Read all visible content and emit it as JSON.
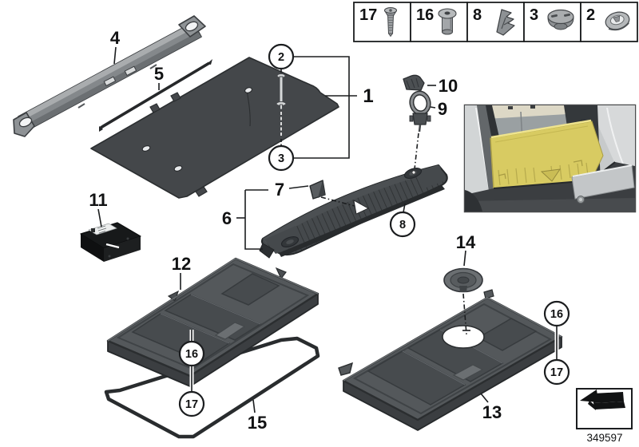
{
  "diagram": {
    "callouts": {
      "n1": "1",
      "n2": "2",
      "n3": "3",
      "n4": "4",
      "n5": "5",
      "n6": "6",
      "n7": "7",
      "n8": "8",
      "n9": "9",
      "n10": "10",
      "n11": "11",
      "n12": "12",
      "n13": "13",
      "n14": "14",
      "n15": "15",
      "n16": "16",
      "n17": "17"
    },
    "legend": [
      {
        "number": "17",
        "icon": "countersunk-screw-icon"
      },
      {
        "number": "16",
        "icon": "threaded-sleeve-icon"
      },
      {
        "number": "8",
        "icon": "spring-clip-icon"
      },
      {
        "number": "3",
        "icon": "blind-plug-icon"
      },
      {
        "number": "2",
        "icon": "grommet-icon"
      }
    ],
    "footer": {
      "diagram_number": "349597"
    },
    "colors": {
      "highlight_yellow": "#d8cb62",
      "panel_gray": "#54585b",
      "trim_dark": "#45494c",
      "line_black": "#1b1d1f"
    }
  }
}
